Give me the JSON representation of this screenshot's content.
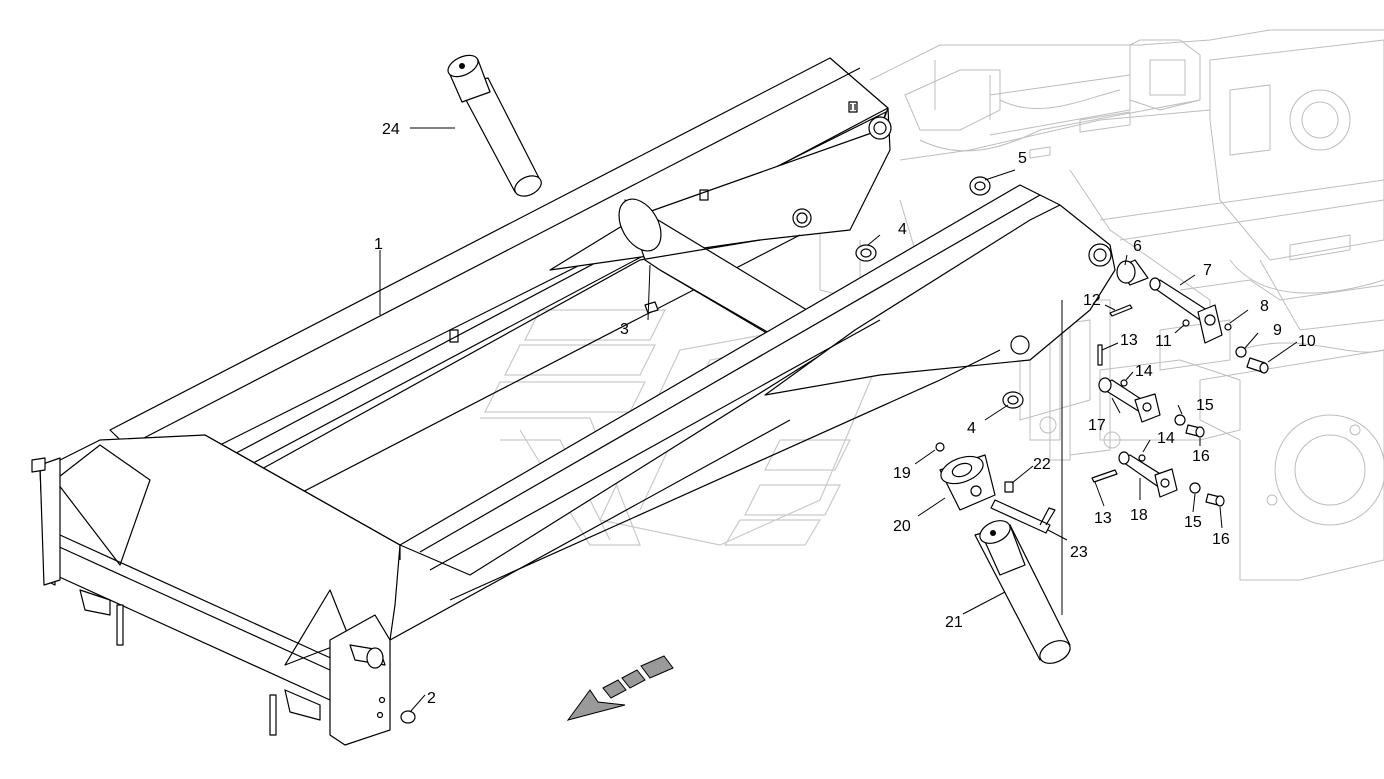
{
  "diagram": {
    "callouts": [
      "1",
      "2",
      "3",
      "4",
      "4",
      "5",
      "6",
      "7",
      "8",
      "9",
      "10",
      "11",
      "12",
      "13",
      "13",
      "14",
      "14",
      "15",
      "15",
      "16",
      "16",
      "17",
      "18",
      "19",
      "20",
      "21",
      "22",
      "23",
      "24"
    ]
  },
  "colors": {
    "line": "#000000",
    "ghost_frame": "#bdbdbd",
    "watermark": "#c9c9c9",
    "arrow_fill": "#9a9a9a"
  },
  "icons": {
    "direction": "forward-direction-arrow-icon",
    "watermark": "brand-watermark-icon"
  }
}
